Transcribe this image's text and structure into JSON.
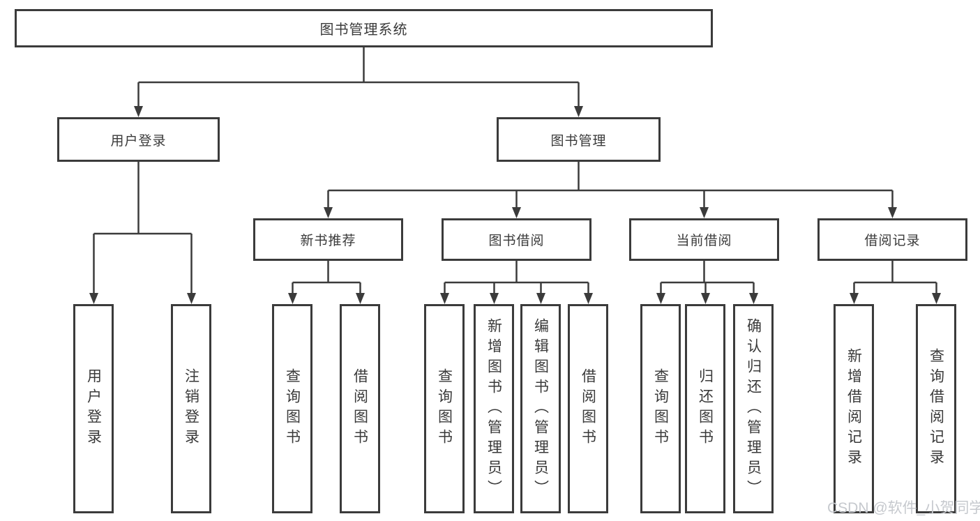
{
  "diagram": {
    "root": {
      "label": "图书管理系统"
    },
    "level2": [
      {
        "label": "用户登录"
      },
      {
        "label": "图书管理"
      }
    ],
    "level3": [
      {
        "label": "新书推荐"
      },
      {
        "label": "图书借阅"
      },
      {
        "label": "当前借阅"
      },
      {
        "label": "借阅记录"
      }
    ],
    "leaves": [
      {
        "label": "用户登录"
      },
      {
        "label": "注销登录"
      },
      {
        "label": "查询图书"
      },
      {
        "label": "借阅图书"
      },
      {
        "label": "查询图书"
      },
      {
        "label": "新增图书（管理员）"
      },
      {
        "label": "编辑图书（管理员）"
      },
      {
        "label": "借阅图书"
      },
      {
        "label": "查询图书"
      },
      {
        "label": "归还图书"
      },
      {
        "label": "确认归还（管理员）"
      },
      {
        "label": "新增借阅记录"
      },
      {
        "label": "查询借阅记录"
      }
    ]
  },
  "watermark": {
    "text": "CSDN @软件_小贺同学"
  },
  "colors": {
    "line": "#3b3b3b",
    "box_border": "#3b3b3b",
    "text": "#3a3a3a",
    "watermark": "#c6c9ce",
    "background": "#ffffff"
  }
}
